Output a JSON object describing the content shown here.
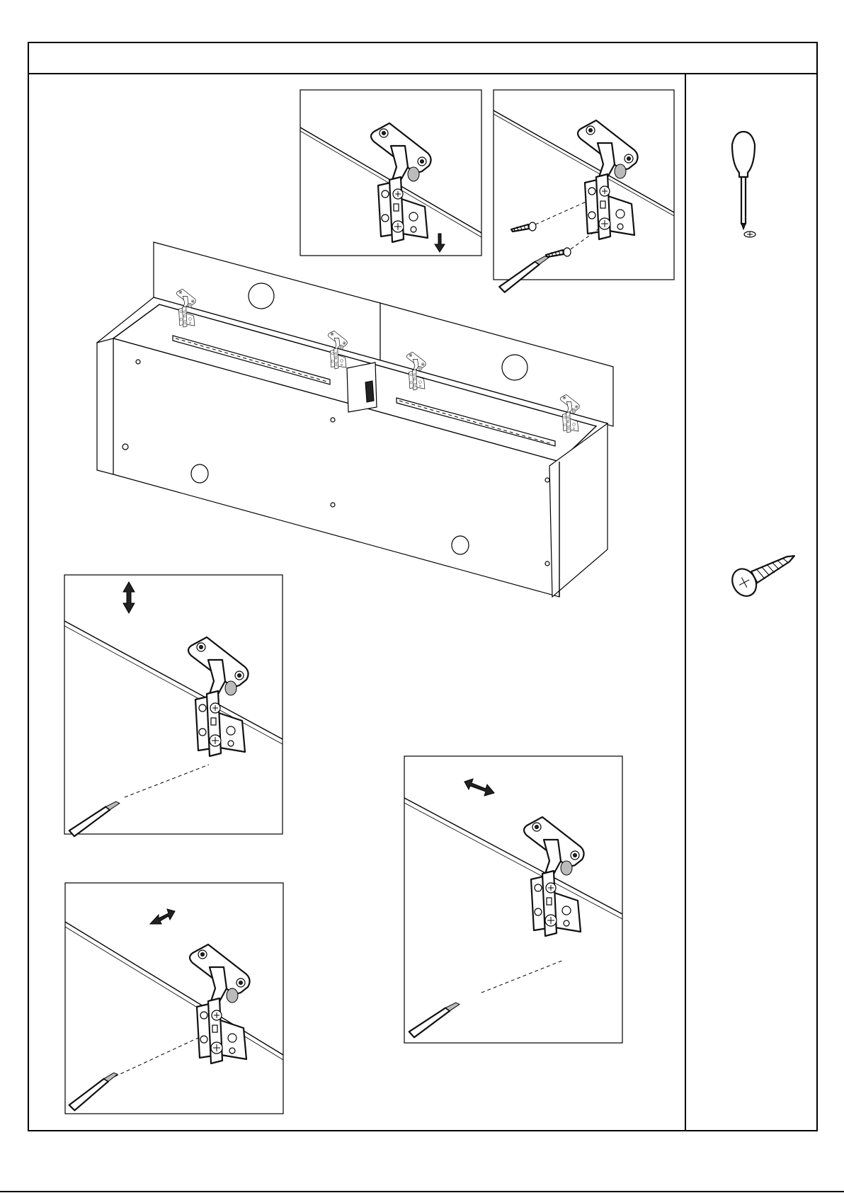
{
  "page": {
    "header_band_text": "",
    "background": "#ffffff",
    "ink": "#000000"
  },
  "diagram": {
    "subject": "hinge-adjustment-instructions",
    "panels": [
      {
        "id": "main-assembly",
        "icon": "storage-bench-with-hinged-lids"
      },
      {
        "id": "detail-hinge-press-down",
        "icon": "hinge-with-down-arrow"
      },
      {
        "id": "detail-hinge-screw-fixing",
        "icon": "hinge-with-two-screws"
      },
      {
        "id": "detail-adjust-height",
        "icon": "vertical-double-arrow"
      },
      {
        "id": "detail-adjust-depth",
        "icon": "diagonal-double-arrow"
      },
      {
        "id": "detail-adjust-side",
        "icon": "diagonal-double-arrow"
      }
    ]
  },
  "sidebar": {
    "items": [
      {
        "icon": "phillips-screwdriver-icon"
      },
      {
        "icon": "wood-screw-icon"
      }
    ]
  }
}
